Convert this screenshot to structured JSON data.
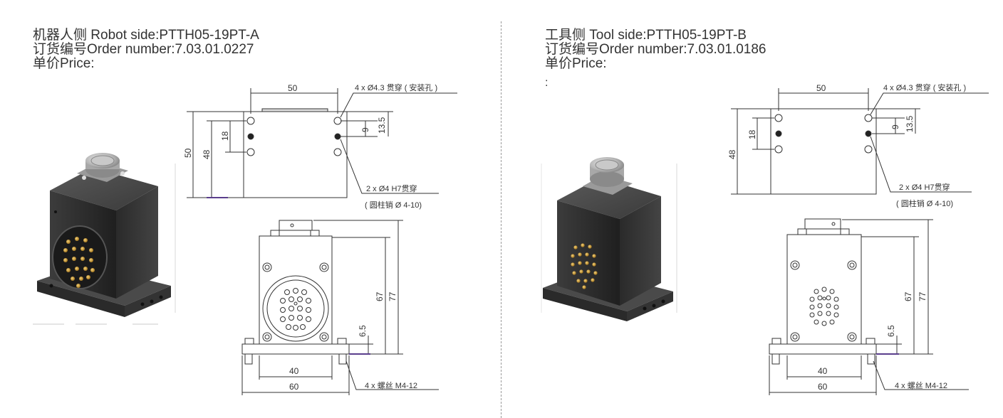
{
  "left": {
    "robot_side": "机器人侧 Robot side:PTTH05-19PT-A",
    "order_number": "订货编号Order number:7.03.01.0227",
    "price": "单价Price:",
    "dims": {
      "width": "50",
      "height_outer": "50",
      "height_inner": "48",
      "hole_spacing": "18",
      "offset_small": "9",
      "offset_large": "13.5",
      "front_height_inner": "67",
      "front_height_outer": "77",
      "base_thickness": "6.5",
      "base_hole_spacing": "40",
      "base_width": "60"
    },
    "callouts": {
      "mounting_holes": "4 x Ø4.3 贯穿 ( 安装孔 )",
      "pin_holes": "2 x Ø4 H7贯穿",
      "dowel_pin": "( 圆柱销 Ø 4-10)",
      "screws": "4 x 螺丝 M4-12"
    }
  },
  "right": {
    "tool_side": "工具侧 Tool side:PTTH05-19PT-B",
    "order_number": "订货编号Order number:7.03.01.0186",
    "price": "单价Price:",
    "extra_colon": ":",
    "dims": {
      "width": "50",
      "height_inner": "48",
      "hole_spacing": "18",
      "offset_small": "9",
      "offset_large": "13.5",
      "front_height_inner": "67",
      "front_height_outer": "77",
      "base_thickness": "6.5",
      "base_hole_spacing": "40",
      "base_width": "60"
    },
    "callouts": {
      "mounting_holes": "4 x Ø4.3 贯穿 ( 安装孔 )",
      "pin_holes": "2 x Ø4 H7贯穿",
      "dowel_pin": "( 圆柱销 Ø 4-10)",
      "screws": "4 x 螺丝 M4-12"
    }
  }
}
